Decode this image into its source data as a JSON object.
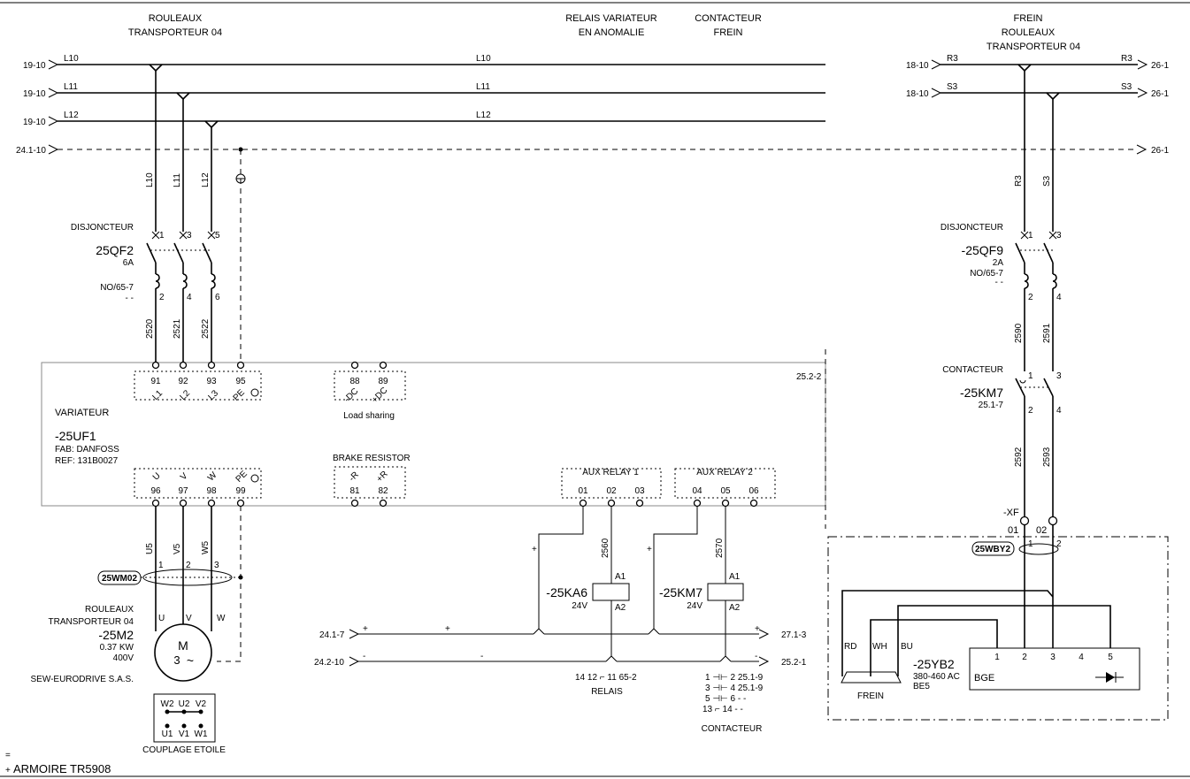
{
  "top_labels": {
    "rouleaux_left": [
      "ROULEAUX",
      "TRANSPORTEUR 04"
    ],
    "relais_variateur": [
      "RELAIS VARIATEUR",
      "EN ANOMALIE"
    ],
    "contacteur_frein": [
      "CONTACTEUR",
      "FREIN"
    ],
    "frein_right": [
      "FREIN",
      "ROULEAUX",
      "TRANSPORTEUR 04"
    ]
  },
  "bus_lines": [
    {
      "ref": "19-10",
      "name": "L10"
    },
    {
      "ref": "19-10",
      "name": "L11"
    },
    {
      "ref": "19-10",
      "name": "L12"
    }
  ],
  "pe_line": {
    "ref_in": "24.1-10",
    "ref_out": "26-1"
  },
  "right_bus": [
    {
      "ref_in": "18-10",
      "name": "R3",
      "ref_out": "26-1"
    },
    {
      "ref_in": "18-10",
      "name": "S3",
      "ref_out": "26-1"
    }
  ],
  "wire_labels_left": [
    "L10",
    "L11",
    "L12"
  ],
  "wire_labels_right": [
    "R3",
    "S3"
  ],
  "breaker_left": {
    "title": "DISJONCTEUR",
    "tag": "25QF2",
    "rating": "6A",
    "ref": "NO/65-7",
    "ref2": "- -",
    "in_terms": [
      "1",
      "3",
      "5"
    ],
    "out_terms": [
      "2",
      "4",
      "6"
    ]
  },
  "breaker_right": {
    "title": "DISJONCTEUR",
    "tag": "-25QF9",
    "rating": "2A",
    "ref": "NO/65-7",
    "ref2": "- -",
    "in_terms": [
      "1",
      "3"
    ],
    "out_terms": [
      "2",
      "4"
    ]
  },
  "wires_left": [
    "2520",
    "2521",
    "2522"
  ],
  "wires_right_a": [
    "2590",
    "2591"
  ],
  "wires_right_b": [
    "2592",
    "2593"
  ],
  "contactor_right": {
    "title": "CONTACTEUR",
    "tag": "-25KM7",
    "ref": "25.1-7",
    "in_terms": [
      "1",
      "3"
    ],
    "out_terms": [
      "2",
      "4"
    ]
  },
  "vfd": {
    "title": "VARIATEUR",
    "tag": "-25UF1",
    "fab": "FAB: DANFOSS",
    "ref": "REF: 131B0027",
    "page_ref": "25.2-2",
    "power_terms": [
      "91",
      "92",
      "93",
      "95"
    ],
    "power_names": [
      "L1",
      "L2",
      "L3",
      "PE"
    ],
    "dc_terms": [
      "88",
      "89"
    ],
    "dc_names": [
      "-DC",
      "+DC"
    ],
    "load_sharing": "Load sharing",
    "motor_terms": [
      "96",
      "97",
      "98",
      "99"
    ],
    "motor_names": [
      "U",
      "V",
      "W",
      "PE"
    ],
    "brake_title": "BRAKE RESISTOR",
    "brake_terms": [
      "81",
      "82"
    ],
    "brake_names": [
      "-R",
      "+R"
    ],
    "aux1_title": "AUX RELAY 1",
    "aux1_terms": [
      "01",
      "02",
      "03"
    ],
    "aux2_title": "AUX RELAY 2",
    "aux2_terms": [
      "04",
      "05",
      "06"
    ]
  },
  "motor_wires": [
    "U5",
    "V5",
    "W5"
  ],
  "cable_tag": "25WM02",
  "cable_cores": [
    "1",
    "2",
    "3"
  ],
  "motor": {
    "title": [
      "ROULEAUX",
      "TRANSPORTEUR 04"
    ],
    "tag": "-25M2",
    "power": "0.37 KW",
    "voltage": "400V",
    "maker": "SEW-EURODRIVE S.A.S.",
    "terms": [
      "U",
      "V",
      "W"
    ],
    "symbol_m": "M",
    "symbol_3": "3",
    "symbol_tilde": "~"
  },
  "star": {
    "top": [
      "W2",
      "U2",
      "V2"
    ],
    "bottom": [
      "U1",
      "V1",
      "W1"
    ],
    "label": "COUPLAGE ETOILE"
  },
  "control_lines": {
    "plus_ref_in": "24.1-7",
    "plus_ref_out": "27.1-3",
    "minus_ref_in": "24.2-10",
    "minus_ref_out": "25.2-1",
    "plus_sign": "+",
    "minus_sign": "-"
  },
  "relay_ka6": {
    "tag": "-25KA6",
    "voltage": "24V",
    "wire": "2560",
    "a1": "A1",
    "a2": "A2",
    "contacts": "14  12  ⌐  11   65-2",
    "label": "RELAIS"
  },
  "relay_km7": {
    "tag": "-25KM7",
    "voltage": "24V",
    "wire": "2570",
    "a1": "A1",
    "a2": "A2",
    "contacts": [
      "1   ⊣⊢  2    25.1-9",
      "3   ⊣⊢  4    25.1-9",
      "5   ⊣⊢  6    -  -",
      "13  ⌐  14   -  -"
    ],
    "label": "CONTACTEUR"
  },
  "xf": {
    "tag": "-XF",
    "terms": [
      "01",
      "02"
    ]
  },
  "brake_cable": {
    "tag": "25WBY2",
    "cores": [
      "1",
      "2"
    ]
  },
  "brake": {
    "wires": [
      "RD",
      "WH",
      "BU"
    ],
    "tag": "-25YB2",
    "voltage": "380-460 AC",
    "model": "BE5",
    "label": "FREIN"
  },
  "bge": {
    "label": "BGE",
    "terms": [
      "1",
      "2",
      "3",
      "4",
      "5"
    ]
  },
  "footer": {
    "prefix": "=",
    "prefix2": "+",
    "cabinet": "ARMOIRE TR5908"
  }
}
